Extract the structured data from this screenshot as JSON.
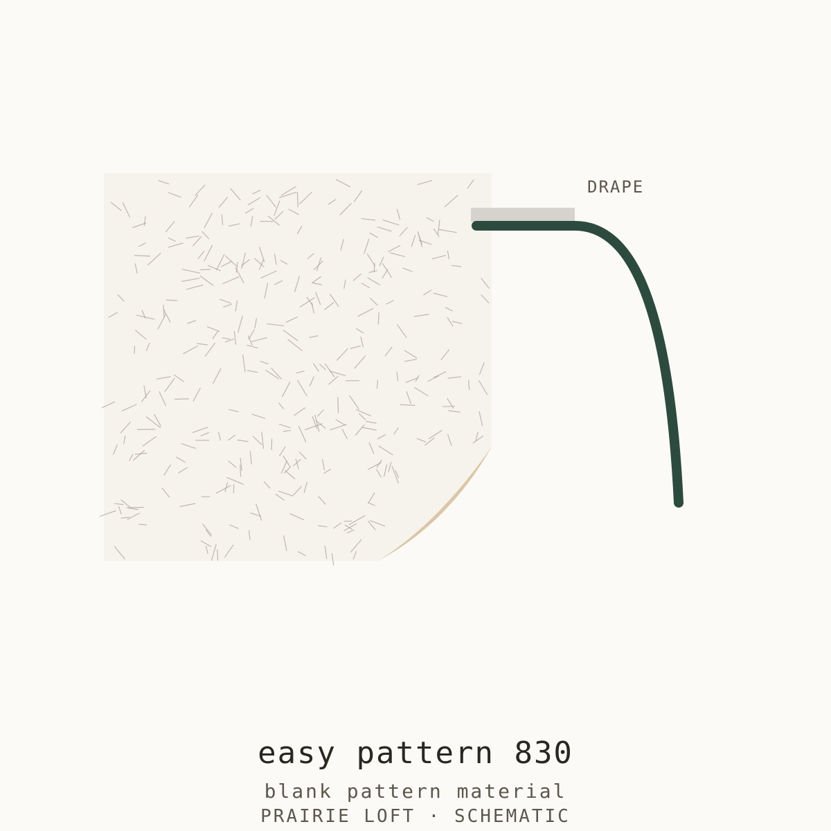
{
  "labels": {
    "drape": "DRAPE"
  },
  "caption": {
    "title": "easy pattern 830",
    "subtitle": "blank pattern material",
    "credit": "PRAIRIE LOFT · SCHEMATIC"
  },
  "colors": {
    "background": "#fbfaf7",
    "swatch": "#f6f3ec",
    "hatch": "#aba59b",
    "fold": "#dbc6a8",
    "drape_line": "#2d4a3e",
    "rod": "#d6d3ce"
  }
}
